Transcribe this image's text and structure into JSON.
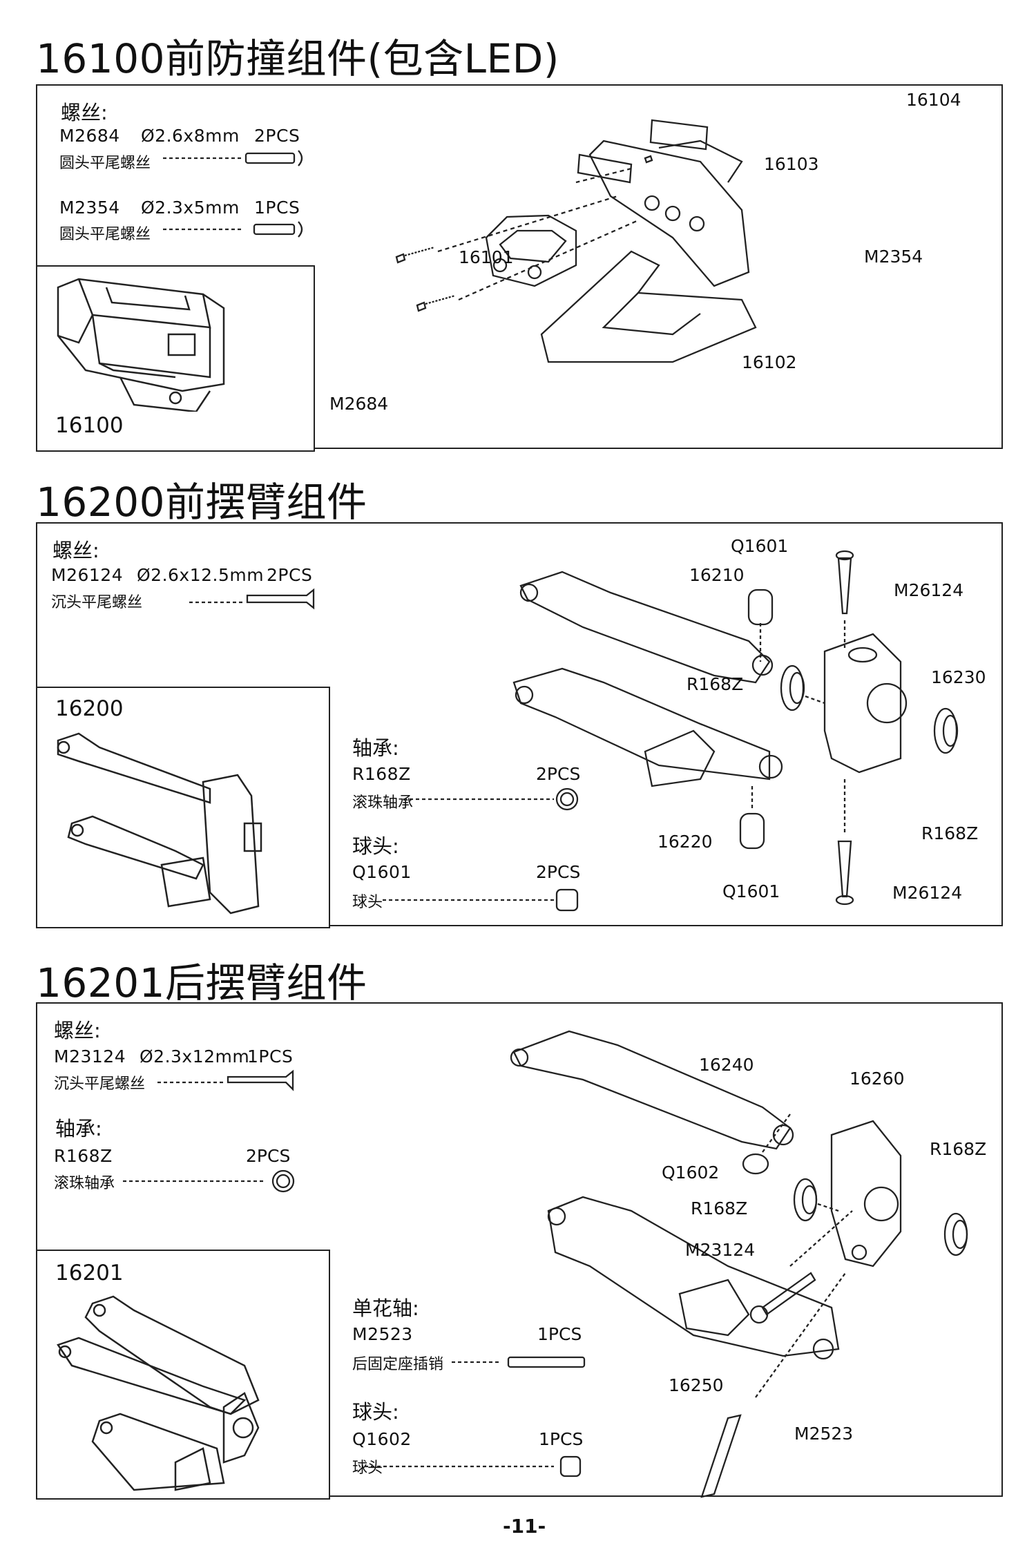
{
  "page_number": "-11-",
  "sections": [
    {
      "title": "16100前防撞组件(包含LED)",
      "screws_heading": "螺丝:",
      "screws": [
        {
          "code": "M2684",
          "size": "Ø2.6x8mm",
          "qty": "2PCS",
          "desc": "圆头平尾螺丝"
        },
        {
          "code": "M2354",
          "size": "Ø2.3x5mm",
          "qty": "1PCS",
          "desc": "圆头平尾螺丝"
        }
      ],
      "assembly_id": "16100",
      "callouts": [
        "16104",
        "16103",
        "M2354",
        "16101",
        "16102",
        "M2684"
      ]
    },
    {
      "title": "16200前摆臂组件",
      "screws_heading": "螺丝:",
      "screws": [
        {
          "code": "M26124",
          "size": "Ø2.6x12.5mm",
          "qty": "2PCS",
          "desc": "沉头平尾螺丝"
        }
      ],
      "assembly_id": "16200",
      "parts": [
        {
          "heading": "轴承:",
          "code": "R168Z",
          "qty": "2PCS",
          "desc": "滚珠轴承"
        },
        {
          "heading": "球头:",
          "code": "Q1601",
          "qty": "2PCS",
          "desc": "球头"
        }
      ],
      "callouts": [
        "Q1601",
        "16210",
        "M26124",
        "16230",
        "R168Z",
        "16220",
        "Q1601",
        "R168Z",
        "M26124"
      ]
    },
    {
      "title": "16201后摆臂组件",
      "screws_heading": "螺丝:",
      "screws": [
        {
          "code": "M23124",
          "size": "Ø2.3x12mm",
          "qty": "1PCS",
          "desc": "沉头平尾螺丝"
        }
      ],
      "bearing": {
        "heading": "轴承:",
        "code": "R168Z",
        "qty": "2PCS",
        "desc": "滚珠轴承"
      },
      "assembly_id": "16201",
      "parts": [
        {
          "heading": "单花轴:",
          "code": "M2523",
          "qty": "1PCS",
          "desc": "后固定座插销"
        },
        {
          "heading": "球头:",
          "code": "Q1602",
          "qty": "1PCS",
          "desc": "球头"
        }
      ],
      "callouts": [
        "16240",
        "16260",
        "R168Z",
        "Q1602",
        "R168Z",
        "M23124",
        "16250",
        "M2523"
      ]
    }
  ]
}
